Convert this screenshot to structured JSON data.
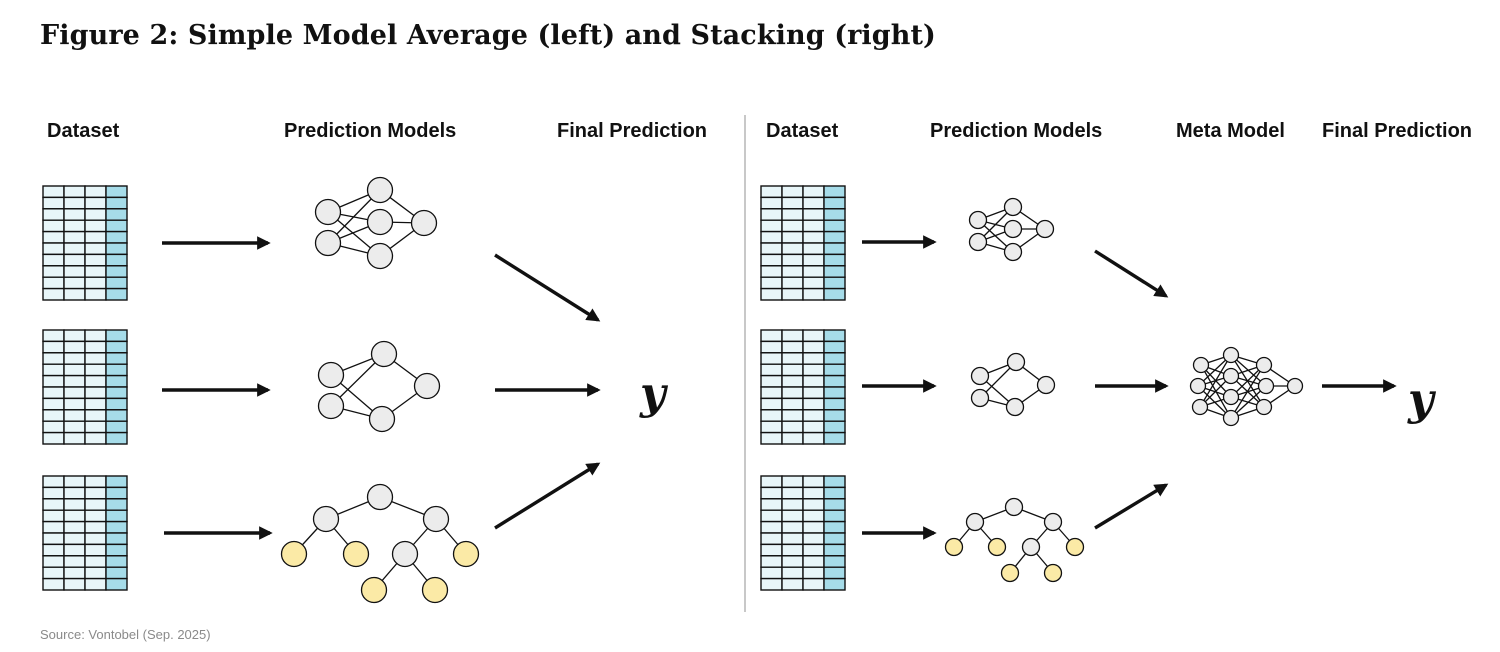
{
  "figure": {
    "title": "Figure 2: Simple Model Average (left) and Stacking (right)",
    "source": "Source: Vontobel (Sep. 2025)"
  },
  "left_panel": {
    "headers": {
      "dataset": "Dataset",
      "models": "Prediction Models",
      "final": "Final Prediction"
    },
    "output_symbol": "y"
  },
  "right_panel": {
    "headers": {
      "dataset": "Dataset",
      "models": "Prediction Models",
      "meta": "Meta Model",
      "final": "Final Prediction"
    },
    "output_symbol": "y"
  },
  "colors": {
    "grid_cell": "#e8f6f9",
    "grid_target_column": "#a6dce9",
    "node_fill": "#ececec",
    "leaf_fill": "#fbeaa6",
    "stroke": "#111111",
    "divider": "#c8c8c8"
  }
}
